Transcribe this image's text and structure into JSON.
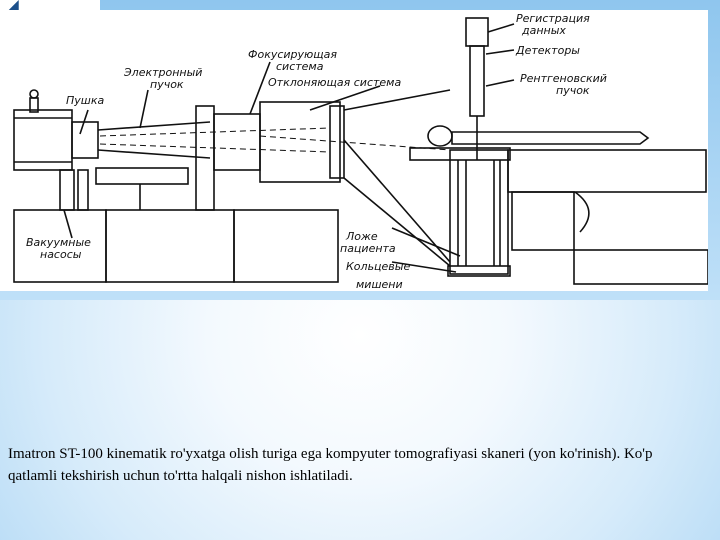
{
  "figure": {
    "labels": {
      "registration": "Регистрация",
      "registration2": "данных",
      "detectors": "Детекторы",
      "xray": "Рентгеновский",
      "xray2": "пучок",
      "focusing": "Фокусирующая",
      "focusing2": "система",
      "electron_beam": "Электронный",
      "electron_beam2": "пучок",
      "gun": "Пушка",
      "deflecting": "Отклоняющая система",
      "vacuum": "Вакуумные",
      "vacuum2": "насосы",
      "bed": "Ложе",
      "bed2": "пациента",
      "rings": "Кольцевые",
      "rings2": "мишени"
    }
  },
  "caption": "Imatron ST-100 kinematik ro'yxatga olish turiga ega kompyuter tomografiyasi skaneri (yon ko'rinish). Ko'p qatlamli tekshirish uchun to'rtta halqali nishon ishlatiladi."
}
